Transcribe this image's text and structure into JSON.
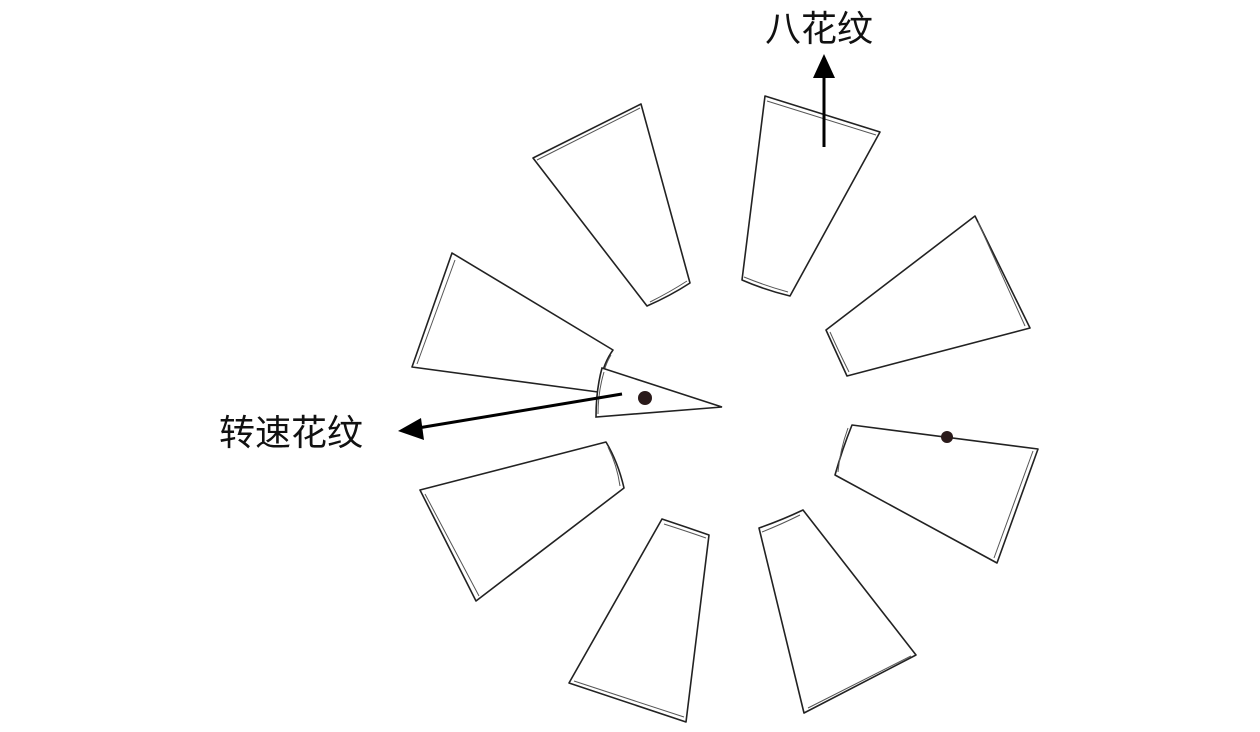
{
  "labels": {
    "eight_pattern": "八花纹",
    "speed_pattern": "转速花纹"
  },
  "colors": {
    "line": "#222222",
    "arrow": "#000000",
    "dot": "#2a1a1a",
    "background": "#ffffff"
  },
  "panel_count": 8
}
